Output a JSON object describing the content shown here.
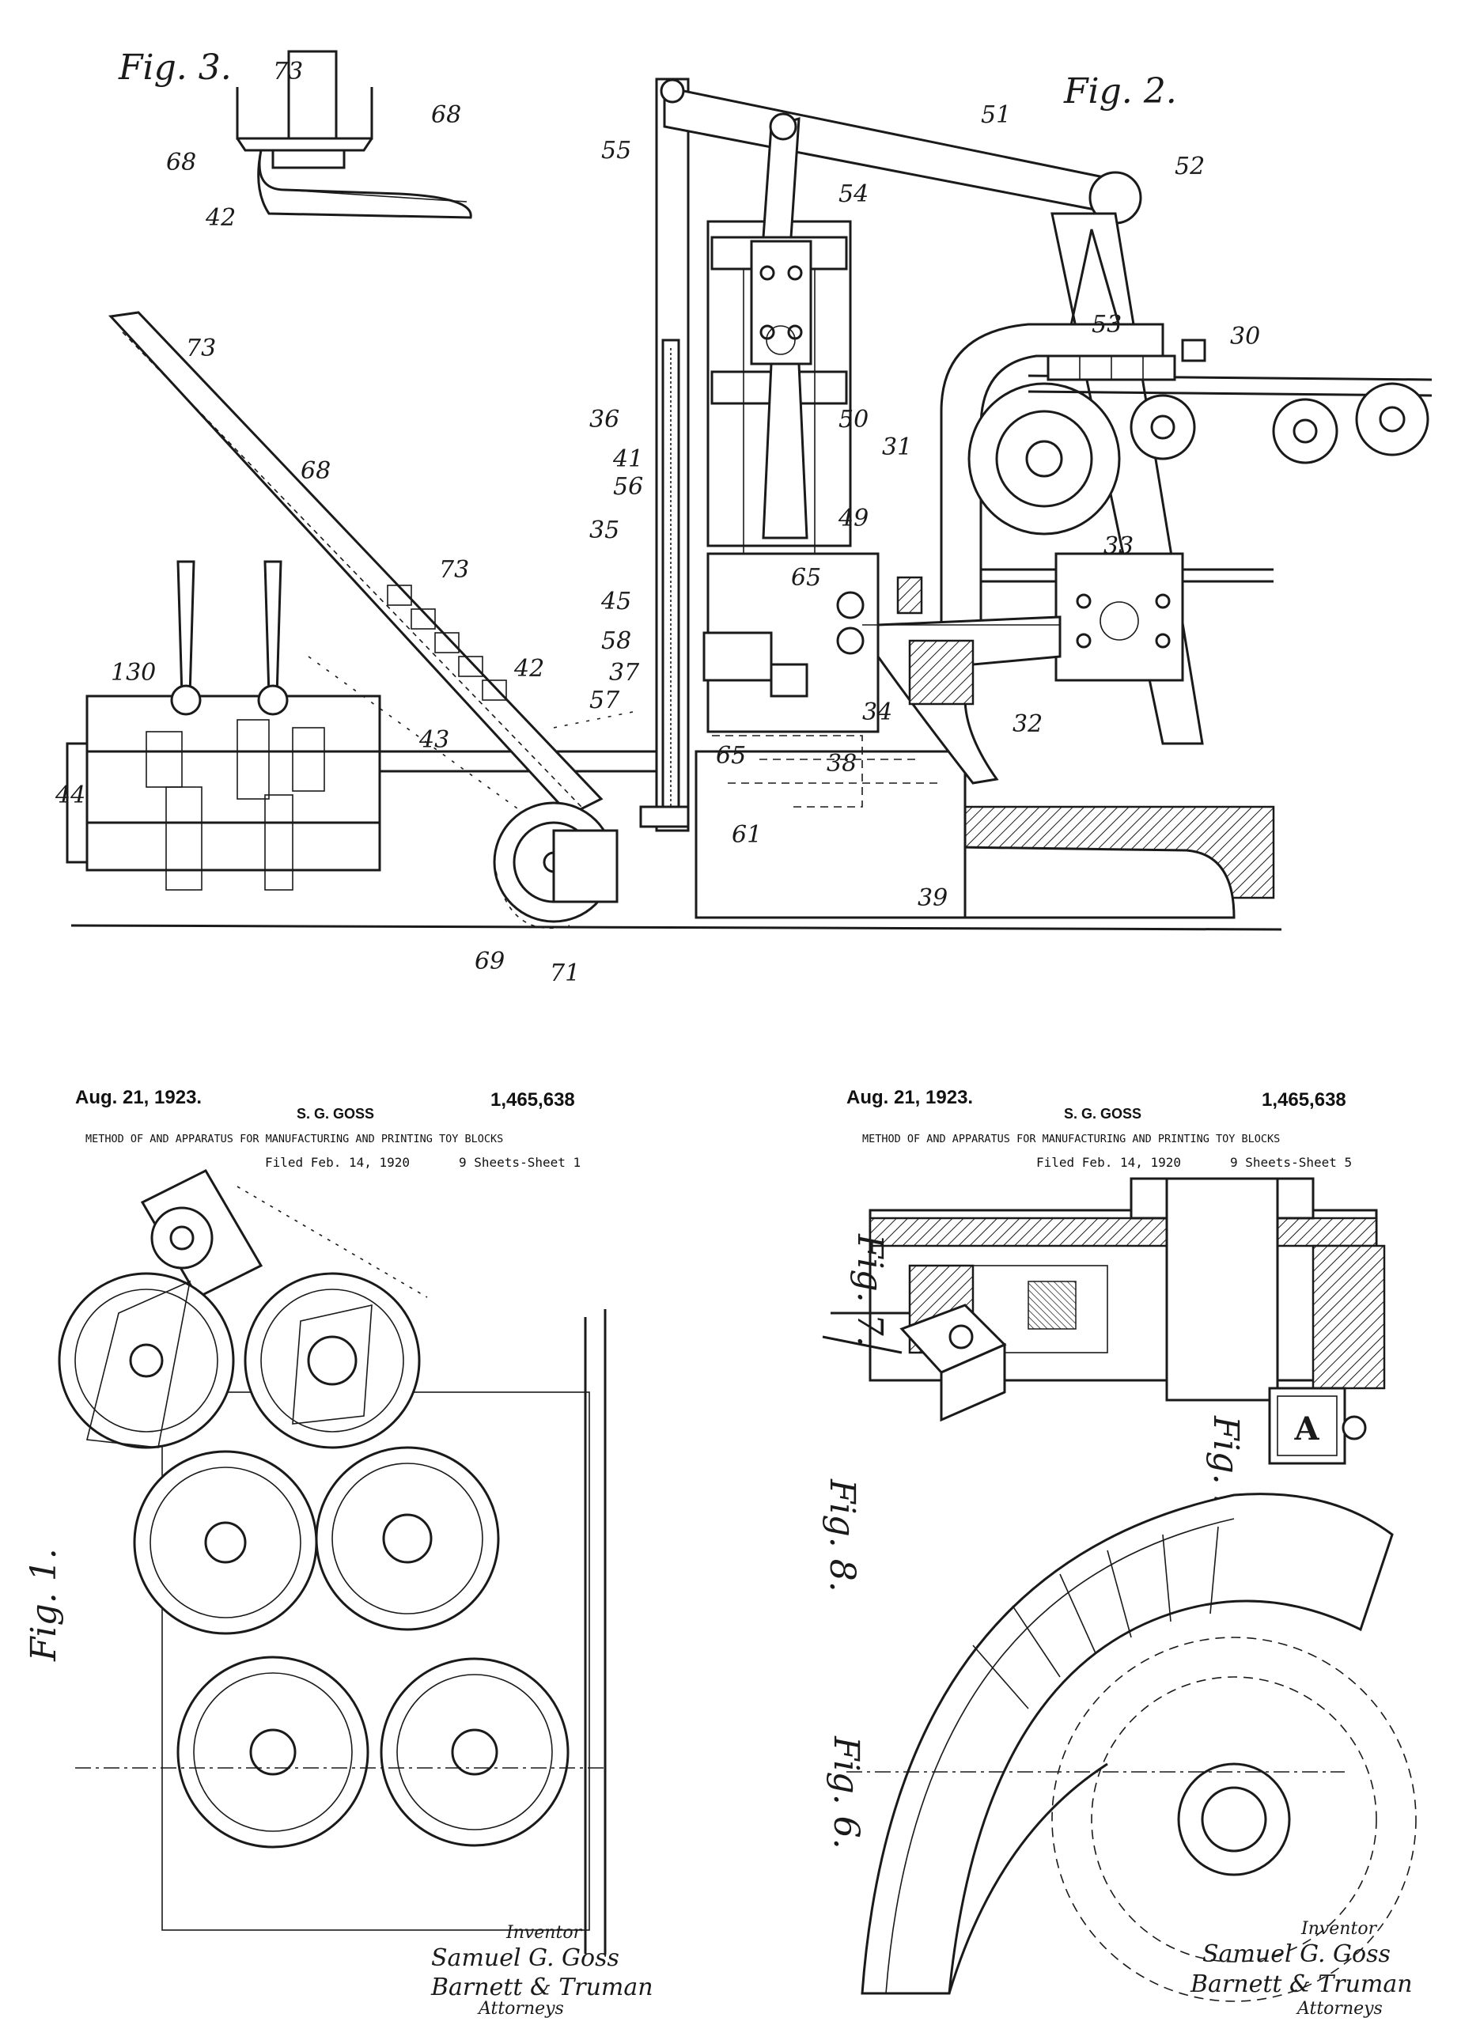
{
  "top": {
    "fig2_label": "Fig. 2.",
    "fig3_label": "Fig. 3.",
    "refs": {
      "r73a": "73",
      "r68a": "68",
      "r68b": "68",
      "r42a": "42",
      "r55": "55",
      "r51": "51",
      "r52": "52",
      "r54": "54",
      "r53": "53",
      "r30": "30",
      "r31": "31",
      "r36": "36",
      "r50": "50",
      "r41": "41",
      "r56": "56",
      "r35": "35",
      "r49": "49",
      "r33": "33",
      "r65a": "65",
      "r45": "45",
      "r58": "58",
      "r37": "37",
      "r57": "57",
      "r34": "34",
      "r32": "32",
      "r65b": "65",
      "r38": "38",
      "r61": "61",
      "r39": "39",
      "r69": "69",
      "r71": "71",
      "r130": "130",
      "r44": "44",
      "r43": "43",
      "r42b": "42",
      "r73b": "73",
      "r73c": "73",
      "r68c": "68"
    }
  },
  "sheet1": {
    "date": "Aug. 21, 1923.",
    "number": "1,465,638",
    "inventor": "S. G. GOSS",
    "title": "METHOD OF AND APPARATUS FOR MANUFACTURING AND PRINTING TOY BLOCKS",
    "filed": "Filed Feb. 14, 1920",
    "sheet": "9 Sheets-Sheet 1",
    "fig_label": "Fig. 1.",
    "inventor_label": "Inventor",
    "signature": "Samuel G. Goss",
    "attorneys_firm": "Barnett & Truman",
    "attorneys_label": "Attorneys"
  },
  "sheet5": {
    "date": "Aug. 21, 1923.",
    "number": "1,465,638",
    "inventor": "S. G. GOSS",
    "title": "METHOD OF AND APPARATUS FOR MANUFACTURING AND PRINTING TOY BLOCKS",
    "filed": "Filed Feb. 14, 1920",
    "sheet": "9 Sheets-Sheet 5",
    "fig6_label": "Fig. 6.",
    "fig7_label": "Fig. 7.",
    "fig8_label": "Fig. 8.",
    "fig9_label": "Fig. 9.",
    "block_letter": "A",
    "inventor_label": "Inventor",
    "signature": "Samuel G. Goss",
    "attorneys_firm": "Barnett & Truman",
    "attorneys_label": "Attorneys"
  }
}
